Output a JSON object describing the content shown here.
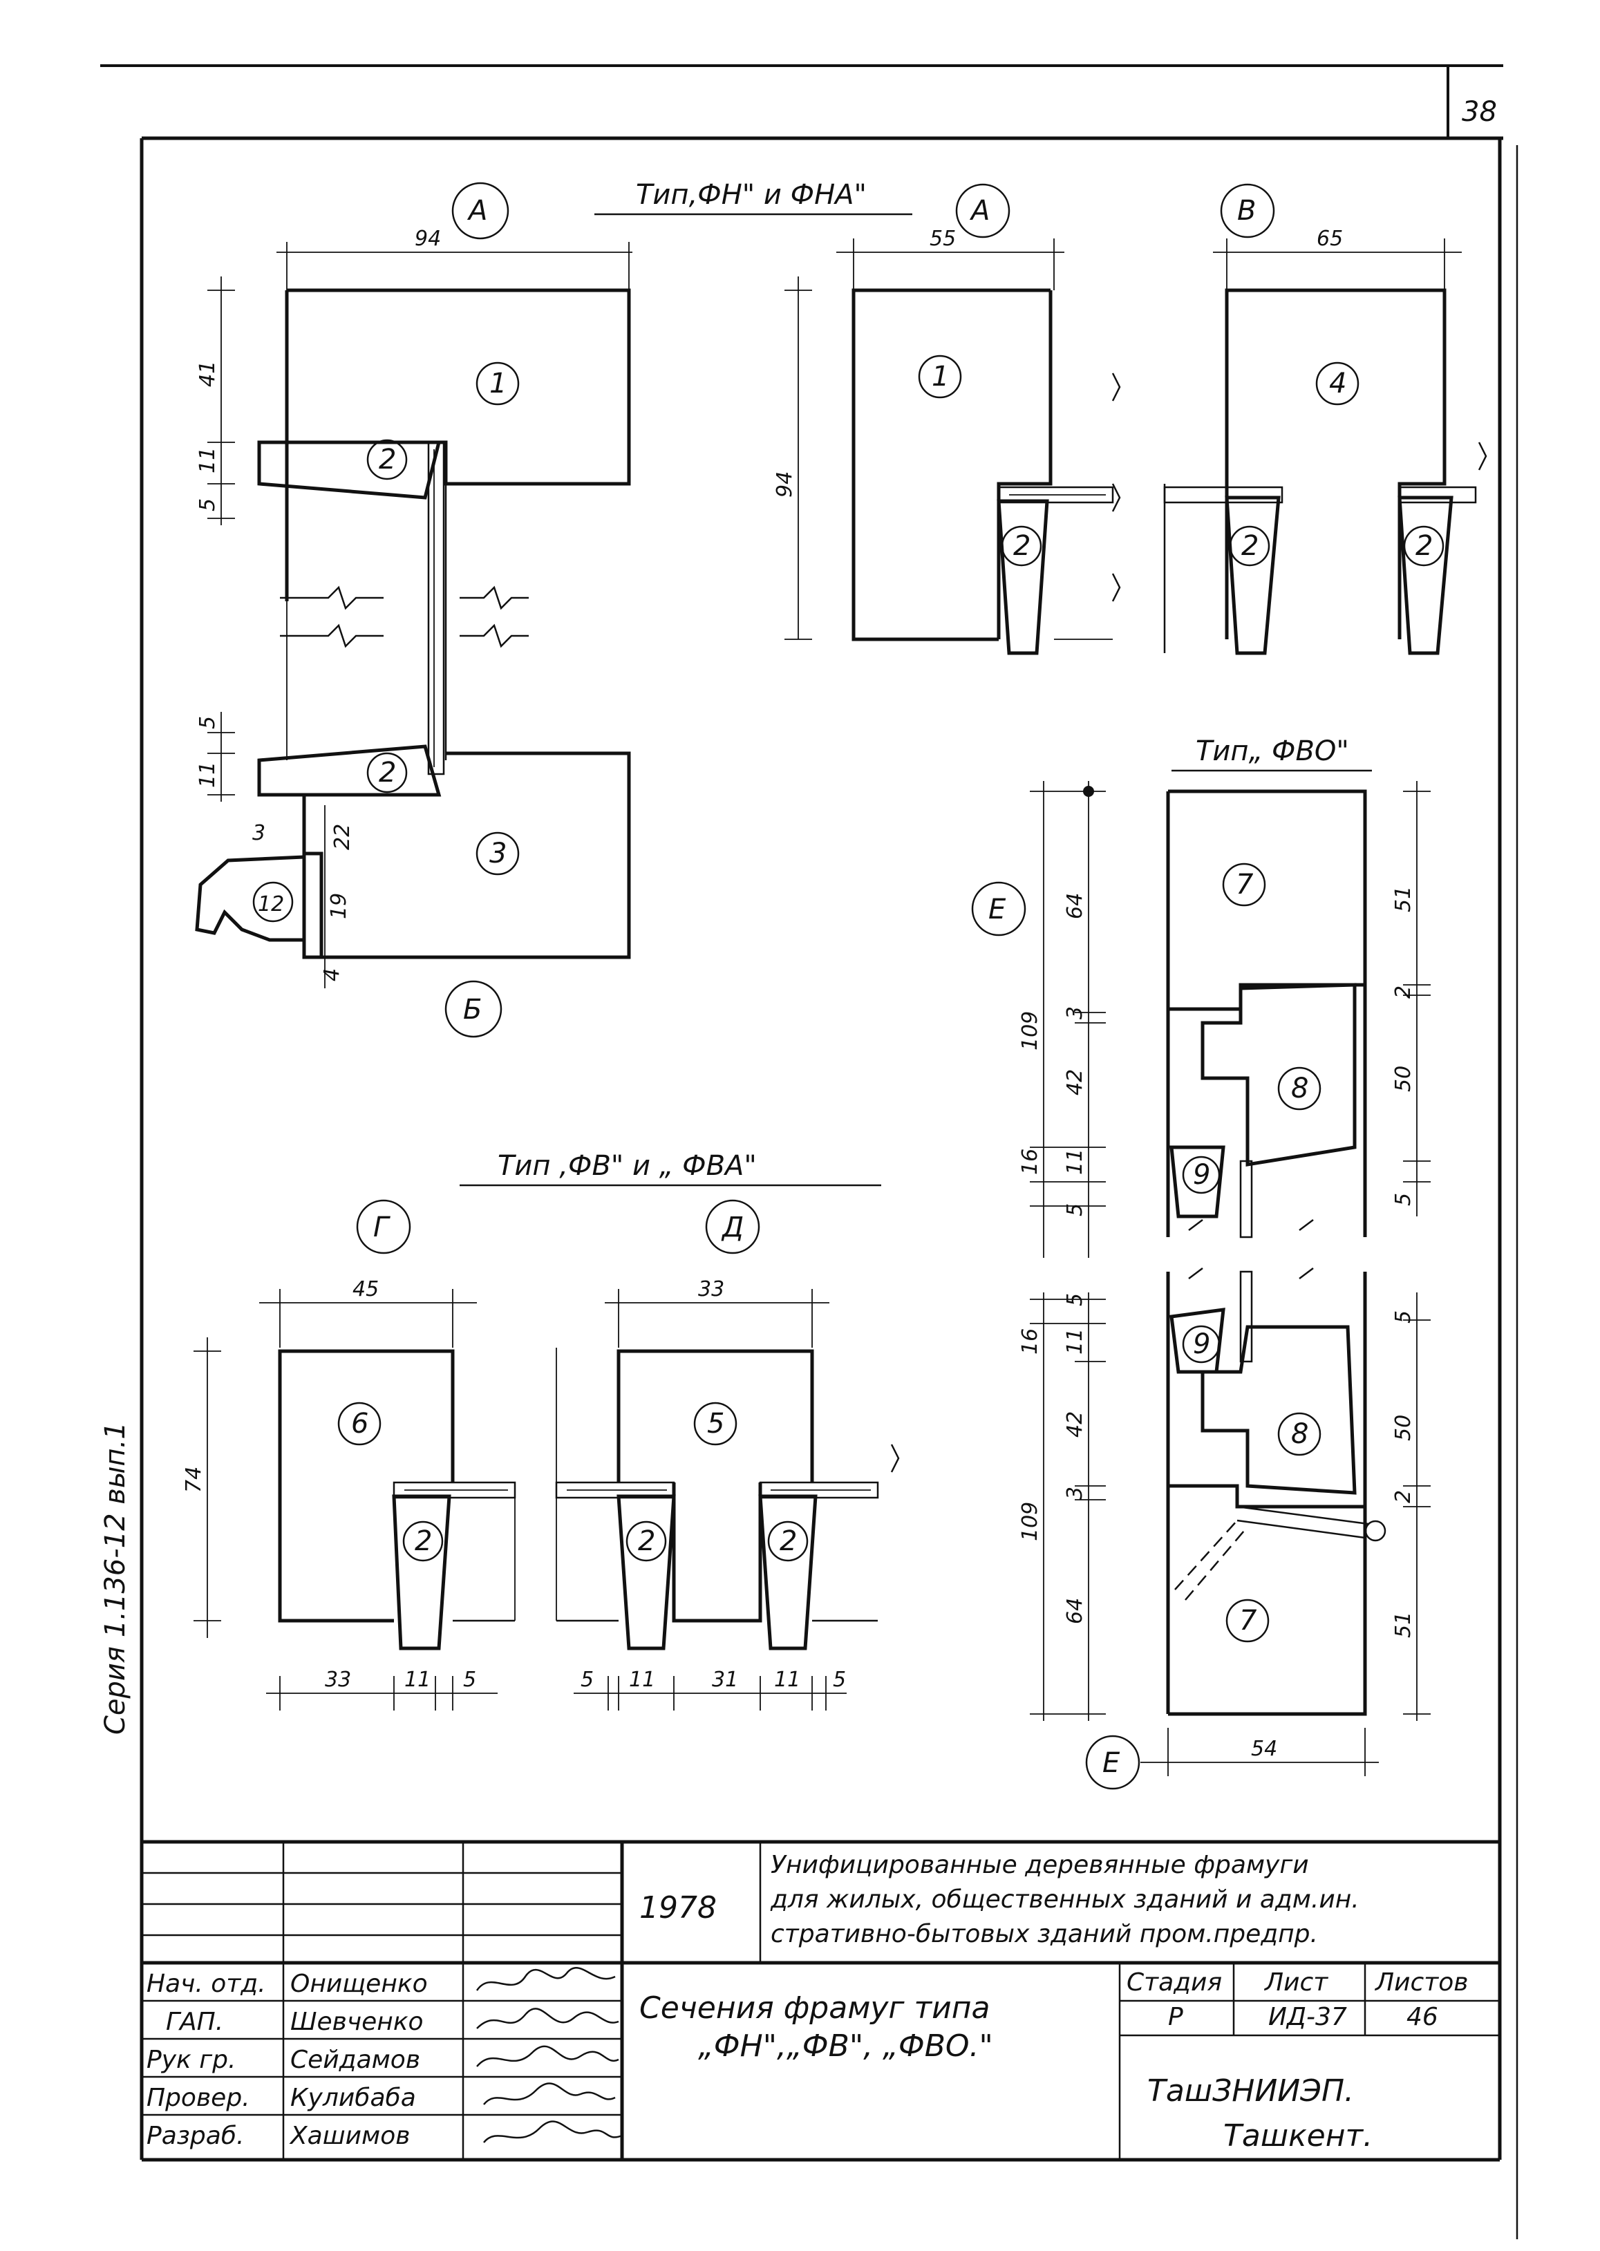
{
  "sheet": {
    "page_number": "38",
    "side_note": "Серия 1.136-12   вып.1"
  },
  "titles": {
    "fn": "Тип,ФН\" и ФНА\"",
    "fv": "Тип ,ФВ\" и „ ФВА\"",
    "fvo": "Тип„ ФВО\""
  },
  "section_marks": [
    "А",
    "А",
    "В",
    "Б",
    "Г",
    "Д",
    "Е",
    "Е"
  ],
  "part_numbers": [
    "1",
    "2",
    "2",
    "3",
    "12",
    "1",
    "2",
    "4",
    "2",
    "2",
    "7",
    "8",
    "9",
    "9",
    "8",
    "7",
    "6",
    "2",
    "5",
    "2",
    "2"
  ],
  "dimensions": {
    "fn_width": "94",
    "fn_a_width": "55",
    "fn_v_width": "65",
    "fn_left_vert": [
      "41",
      "11",
      "5",
      "5",
      "11"
    ],
    "fn_a_height": "94",
    "fn_small": [
      "3",
      "22",
      "19",
      "4"
    ],
    "fvo_left_top": [
      "109",
      "64",
      "3",
      "42",
      "16",
      "11",
      "5"
    ],
    "fvo_right_top": [
      "51",
      "2",
      "50",
      "5"
    ],
    "fvo_left_bot": [
      "5",
      "16",
      "11",
      "42",
      "3",
      "109",
      "64"
    ],
    "fvo_right_bot": [
      "5",
      "50",
      "2",
      "51"
    ],
    "fvo_width": "54",
    "fv_g_width": "45",
    "fv_d_width": "33",
    "fv_height": "74",
    "fv_g_bottom": [
      "33",
      "11",
      "5"
    ],
    "fv_d_bottom": [
      "5",
      "11",
      "31",
      "11",
      "5"
    ]
  },
  "title_block": {
    "year": "1978",
    "description": [
      "Унифицированные деревянные фрамуги",
      "для жилых, общественных зданий и адм.ин.",
      "стративно-бытовых зданий пром.предпр."
    ],
    "sheet_title": [
      "Сечения фрамуг типа",
      "„ФН\",„ФВ\", „ФВО.\""
    ],
    "labels": {
      "stage": "Стадия",
      "sheet": "Лист",
      "sheets": "Листов"
    },
    "values": {
      "stage": "Р",
      "sheet": "ИД-37",
      "sheets": "46"
    },
    "org": [
      "ТашЗНИИЭП.",
      "Ташкент."
    ],
    "roles": [
      {
        "role": "Нач. отд.",
        "name": "Онищенко"
      },
      {
        "role": "ГАП.",
        "name": "Шевченко"
      },
      {
        "role": "Рук гр.",
        "name": "Сейдамов"
      },
      {
        "role": "Провер.",
        "name": "Кулибаба"
      },
      {
        "role": "Разраб.",
        "name": "Хашимов"
      }
    ]
  }
}
